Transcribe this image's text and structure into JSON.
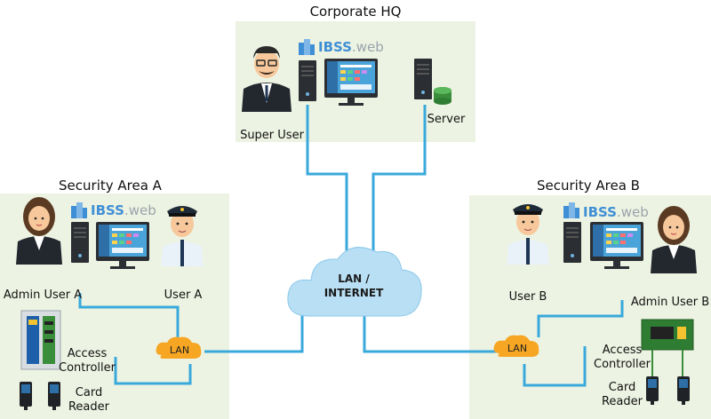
{
  "colors": {
    "panel": "#edf3e2",
    "link": "#39a9dc",
    "cloud": "#b9dff4",
    "lan_cloud": "#f6a623",
    "brand_blue": "#3f8fd6",
    "brand_grey": "#9aa3ac"
  },
  "hq": {
    "title": "Corporate HQ",
    "brand": {
      "bold": "IBSS",
      "light": ".web"
    },
    "super_user": "Super User",
    "server": "Server"
  },
  "area_a": {
    "title": "Security Area A",
    "brand": {
      "bold": "IBSS",
      "light": ".web"
    },
    "admin_user": "Admin User A",
    "user": "User A",
    "lan": "LAN",
    "access_controller": [
      "Access",
      "Controller"
    ],
    "card_reader": [
      "Card",
      "Reader"
    ]
  },
  "area_b": {
    "title": "Security Area B",
    "brand": {
      "bold": "IBSS",
      "light": ".web"
    },
    "admin_user": "Admin User B",
    "user": "User B",
    "lan": "LAN",
    "access_controller": [
      "Access",
      "Controller"
    ],
    "card_reader": [
      "Card",
      "Reader"
    ]
  },
  "internet": [
    "LAN /",
    "INTERNET"
  ],
  "icons": [
    "building-icon",
    "monitor-icon",
    "pc-tower-icon",
    "server-icon",
    "database-icon",
    "guard-icon",
    "businessman-icon",
    "businesswoman-icon",
    "controller-board-icon",
    "card-reader-icon"
  ]
}
